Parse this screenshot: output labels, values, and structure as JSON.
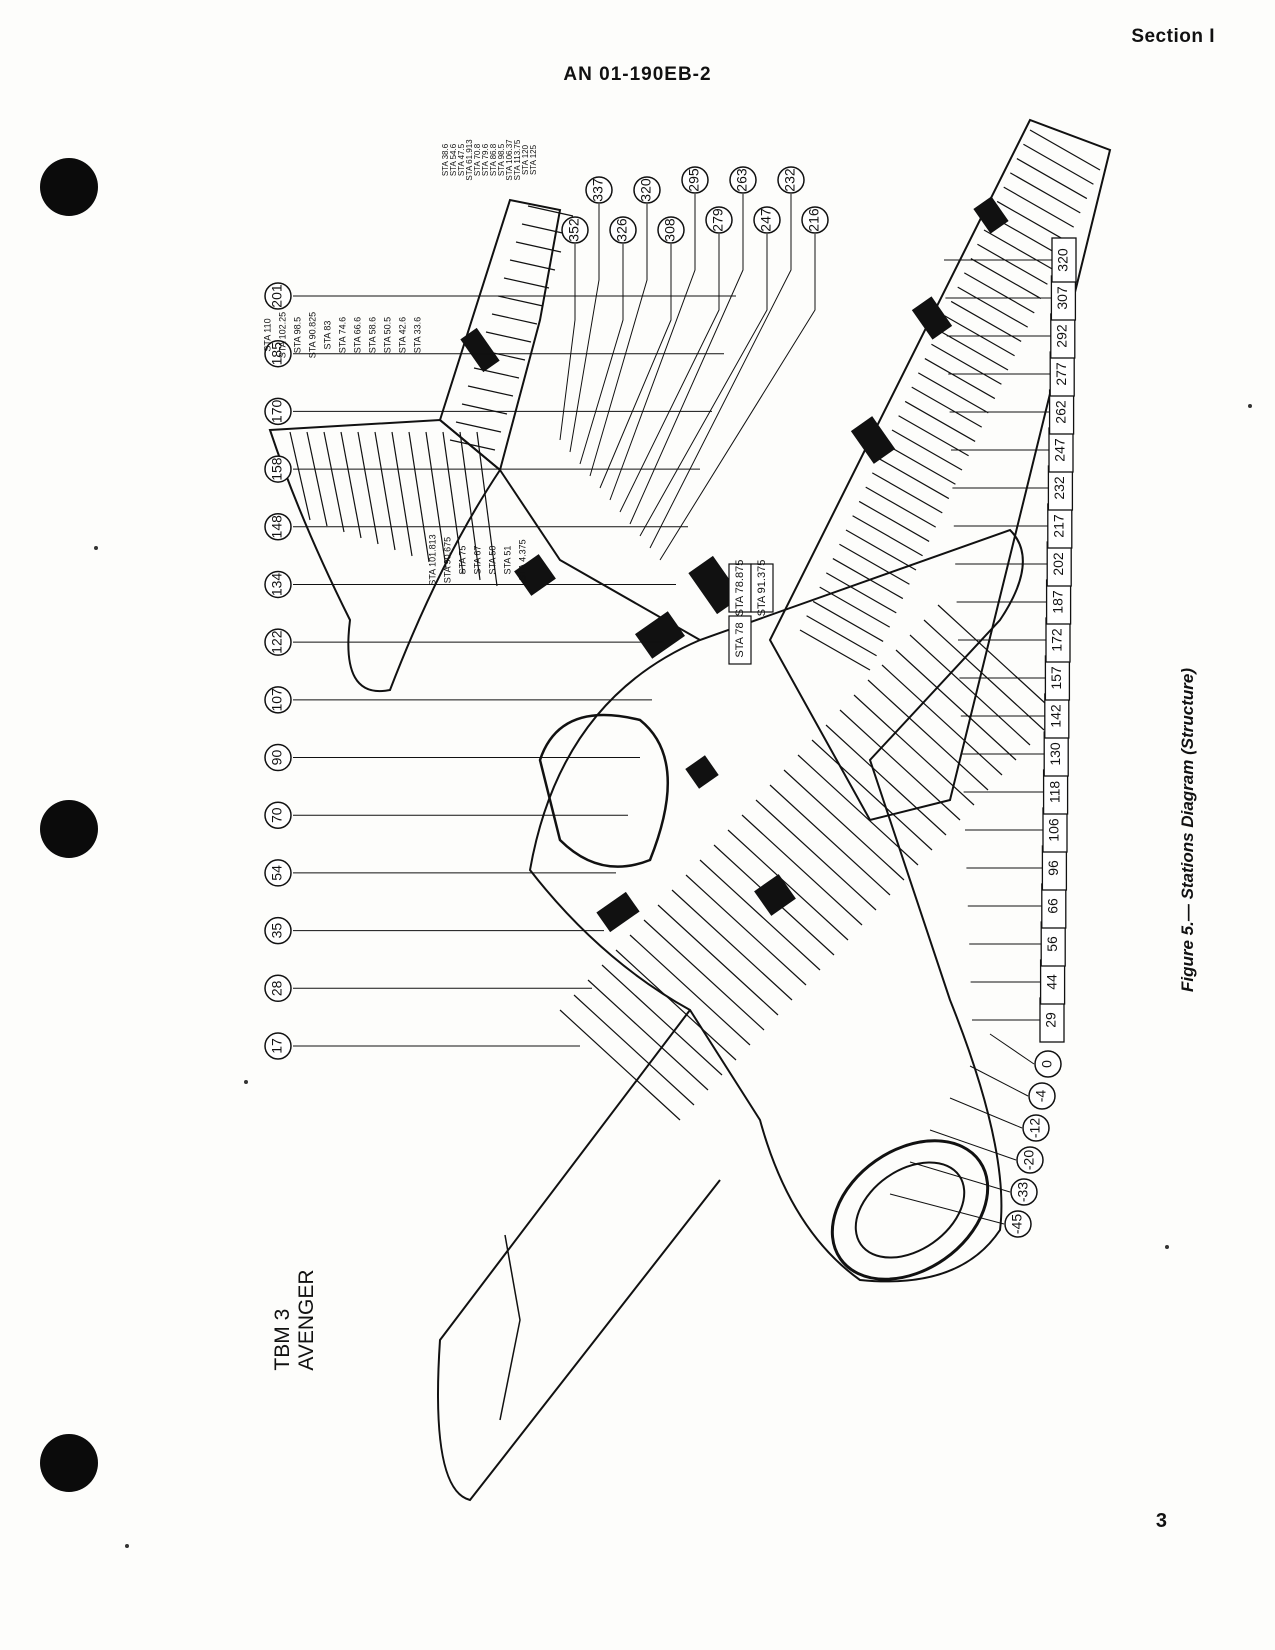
{
  "header": {
    "section": "Section I",
    "document_number": "AN 01-190EB-2"
  },
  "figure": {
    "caption": "Figure 5.— Stations Diagram (Structure)",
    "aircraft_label_line1": "TBM 3",
    "aircraft_label_line2": "AVENGER",
    "fuselage_stations": [
      "17",
      "28",
      "35",
      "54",
      "70",
      "90",
      "107",
      "122",
      "134",
      "148",
      "158",
      "170",
      "185",
      "201"
    ],
    "nose_stations": [
      "0",
      "-4",
      "-12",
      "-20",
      "-33",
      "-45"
    ],
    "tail_stations": [
      "216",
      "232",
      "247",
      "263",
      "279",
      "295",
      "308",
      "320",
      "326",
      "337",
      "352"
    ],
    "wing_stations": [
      "29",
      "44",
      "56",
      "66",
      "96",
      "106",
      "118",
      "130",
      "142",
      "157",
      "172",
      "187",
      "202",
      "217",
      "232",
      "247",
      "262",
      "277",
      "292",
      "307",
      "320"
    ],
    "stabilizer_stations": [
      "STA 110",
      "STA 102.25",
      "STA 98.5",
      "STA 90.825",
      "STA 83",
      "STA 74.6",
      "STA 66.6",
      "STA 58.6",
      "STA 50.5",
      "STA 42.6",
      "STA 33.6",
      "STA 101.813",
      "STA 90.675",
      "STA 75",
      "STA 67",
      "STA 50",
      "STA 51",
      "STA 4.375"
    ],
    "fin_stations": [
      "STA 38.6",
      "STA 54.6",
      "STA 47.5",
      "STA 61.913",
      "STA 70.8",
      "STA 79.6",
      "STA 86.8",
      "STA 98.5",
      "STA 106.37",
      "STA 113.75",
      "STA 120",
      "STA 125"
    ],
    "center_stations": [
      "STA 78.875",
      "STA 91.375",
      "STA 78"
    ]
  },
  "page_number": "3"
}
